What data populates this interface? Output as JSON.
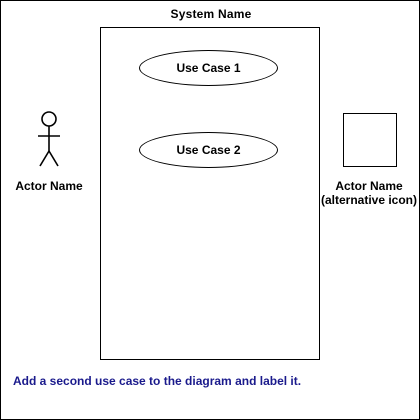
{
  "system": {
    "name": "System  Name"
  },
  "use_cases": [
    {
      "label": "Use Case 1"
    },
    {
      "label": "Use Case 2"
    }
  ],
  "actor": {
    "label": "Actor Name"
  },
  "actor_alternative": {
    "label_line1": "Actor Name",
    "label_line2": "(alternative icon)"
  },
  "instruction": {
    "text": "Add a second use case to the diagram and label it.",
    "color": "#1a1a8c"
  },
  "colors": {
    "stroke": "#000000",
    "background": "#ffffff"
  }
}
